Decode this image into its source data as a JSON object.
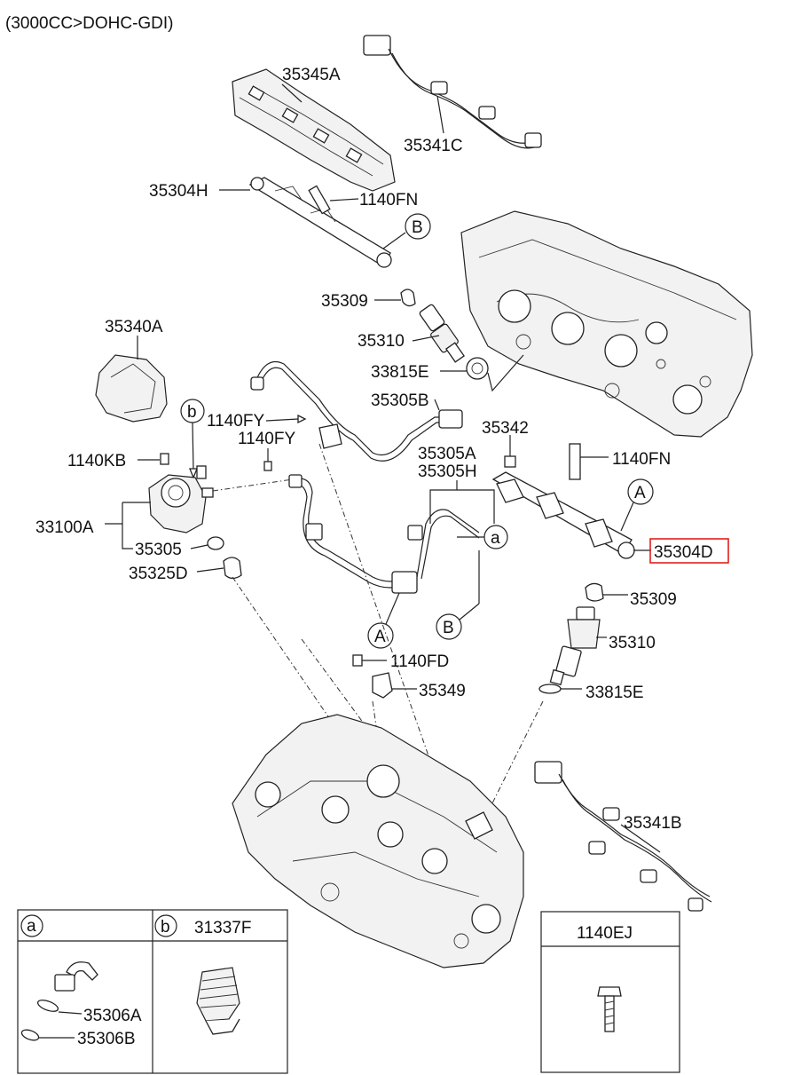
{
  "header": {
    "title": "(3000CC>DOHC-GDI)"
  },
  "colors": {
    "highlight": "#e0201b",
    "ink": "#222222"
  },
  "labels": {
    "p35345A": "35345A",
    "p35341C": "35341C",
    "p35304H": "35304H",
    "p1140FN_top": "1140FN",
    "refB_top": "B",
    "p35309_top": "35309",
    "p35310_top": "35310",
    "p33815E_top": "33815E",
    "p35340A": "35340A",
    "refb_pump": "b",
    "p1140FY_a": "1140FY",
    "p1140FY_b": "1140FY",
    "p35305B": "35305B",
    "p1140KB": "1140KB",
    "p35342": "35342",
    "p35305A": "35305A",
    "p35305H": "35305H",
    "p1140FN_right": "1140FN",
    "refA_right": "A",
    "p33100A": "33100A",
    "refa_mid": "a",
    "p35305": "35305",
    "p35304D": "35304D",
    "p35325D": "35325D",
    "p35309_right": "35309",
    "refA_low": "A",
    "refB_low": "B",
    "p35310_right": "35310",
    "p1140FD": "1140FD",
    "p35349": "35349",
    "p33815E_right": "33815E",
    "p35341B": "35341B"
  },
  "legend": {
    "a": {
      "ref": "a",
      "items": [
        "35306A",
        "35306B"
      ]
    },
    "b": {
      "ref": "b",
      "part": "31337F"
    },
    "bolt": {
      "part": "1140EJ"
    }
  }
}
